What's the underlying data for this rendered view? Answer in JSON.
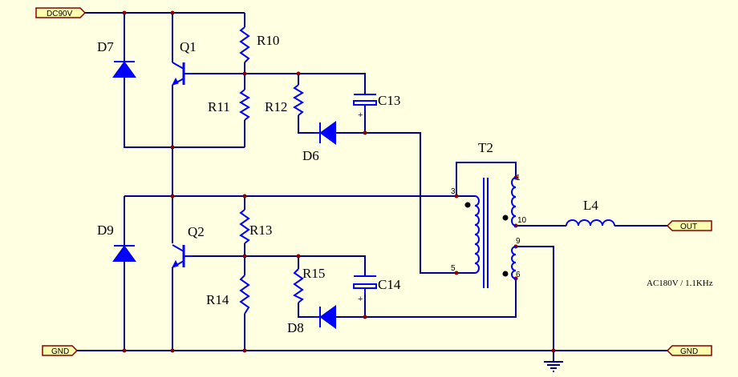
{
  "ports": {
    "vin": "DC90V",
    "gnd_left": "GND",
    "gnd_right": "GND",
    "out": "OUT"
  },
  "components": {
    "q1": "Q1",
    "q2": "Q2",
    "d6": "D6",
    "d7": "D7",
    "d8": "D8",
    "d9": "D9",
    "r10": "R10",
    "r11": "R11",
    "r12": "R12",
    "r13": "R13",
    "r14": "R14",
    "r15": "R15",
    "c13": "C13",
    "c14": "C14",
    "t2": "T2",
    "l4": "L4"
  },
  "pins": {
    "p1": "1",
    "p3": "3",
    "p5": "5",
    "p6": "6",
    "p9": "9",
    "p10": "10"
  },
  "note": "AC180V / 1.1KHz",
  "colors": {
    "background": "#FFFFE1",
    "wire": "#00008B",
    "component": "#0000FF",
    "junction": "#8B0000",
    "port_fill": "#FFFFB0"
  }
}
